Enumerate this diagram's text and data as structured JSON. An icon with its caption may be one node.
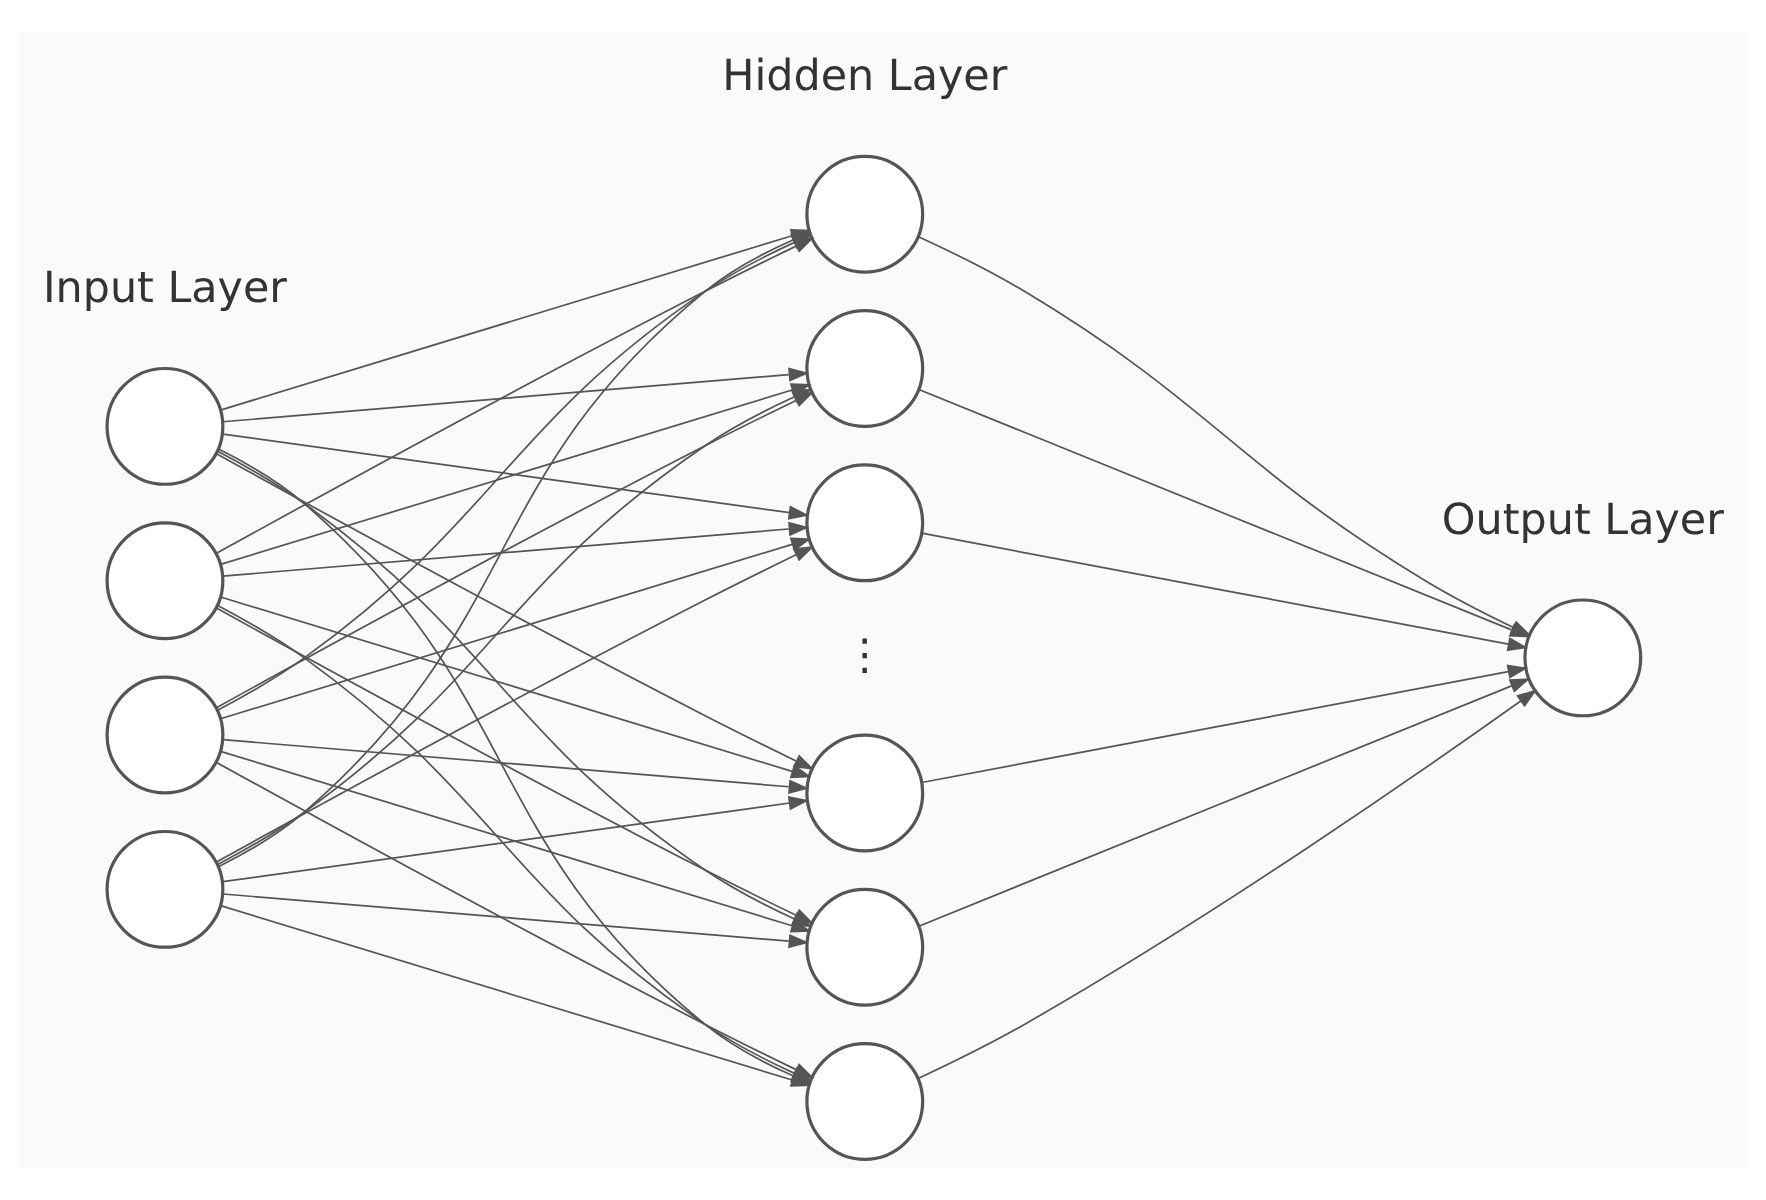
{
  "diagram": {
    "nodes": [
      {
        "text": [],
        "shape": "circle"
      },
      {
        "text": [],
        "shape": "circle"
      },
      {
        "text": [],
        "shape": "circle"
      },
      {
        "text": [],
        "shape": "circle"
      },
      {
        "text": [],
        "shape": "circle"
      },
      {
        "text": [],
        "shape": "circle"
      },
      {
        "text": [],
        "shape": "circle"
      },
      {
        "text": [],
        "shape": "circle"
      },
      {
        "text": [],
        "shape": "circle"
      },
      {
        "text": [],
        "shape": "circle"
      },
      {
        "text": [],
        "shape": "circle"
      }
    ],
    "edges": [
      {
        "from": 0,
        "to": 4,
        "arrow": "to"
      },
      {
        "from": 0,
        "to": 5,
        "arrow": "to"
      },
      {
        "from": 0,
        "to": 6,
        "arrow": "to"
      },
      {
        "from": 0,
        "to": 7,
        "arrow": "to"
      },
      {
        "from": 0,
        "to": 8,
        "arrow": "to"
      },
      {
        "from": 0,
        "to": 9,
        "arrow": "to"
      },
      {
        "from": 1,
        "to": 4,
        "arrow": "to"
      },
      {
        "from": 1,
        "to": 5,
        "arrow": "to"
      },
      {
        "from": 1,
        "to": 6,
        "arrow": "to"
      },
      {
        "from": 1,
        "to": 7,
        "arrow": "to"
      },
      {
        "from": 1,
        "to": 8,
        "arrow": "to"
      },
      {
        "from": 1,
        "to": 9,
        "arrow": "to"
      },
      {
        "from": 2,
        "to": 4,
        "arrow": "to"
      },
      {
        "from": 2,
        "to": 5,
        "arrow": "to"
      },
      {
        "from": 2,
        "to": 6,
        "arrow": "to"
      },
      {
        "from": 2,
        "to": 7,
        "arrow": "to"
      },
      {
        "from": 2,
        "to": 8,
        "arrow": "to"
      },
      {
        "from": 2,
        "to": 9,
        "arrow": "to"
      },
      {
        "from": 3,
        "to": 4,
        "arrow": "to"
      },
      {
        "from": 3,
        "to": 5,
        "arrow": "to"
      },
      {
        "from": 3,
        "to": 6,
        "arrow": "to"
      },
      {
        "from": 3,
        "to": 7,
        "arrow": "to"
      },
      {
        "from": 3,
        "to": 8,
        "arrow": "to"
      },
      {
        "from": 3,
        "to": 9,
        "arrow": "to"
      },
      {
        "from": 4,
        "to": 10,
        "arrow": "to"
      },
      {
        "from": 5,
        "to": 10,
        "arrow": "to"
      },
      {
        "from": 6,
        "to": 10,
        "arrow": "to"
      },
      {
        "from": 7,
        "to": 10,
        "arrow": "to"
      },
      {
        "from": 8,
        "to": 10,
        "arrow": "to"
      },
      {
        "from": 9,
        "to": 10,
        "arrow": "to"
      }
    ],
    "labels": [
      "Hidden Layer",
      "Input Layer",
      "Output Layer",
      "⋮"
    ]
  }
}
